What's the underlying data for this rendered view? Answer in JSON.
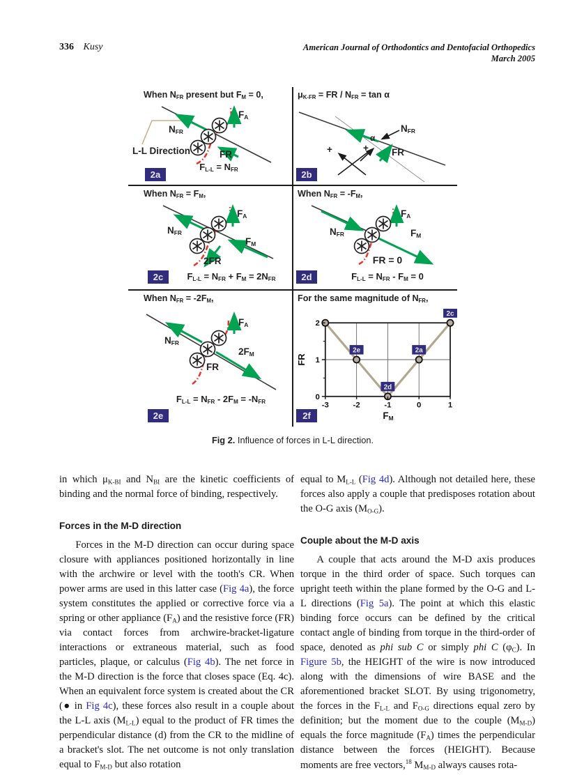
{
  "header": {
    "page_number": "336",
    "author": "Kusy",
    "journal": "American Journal of Orthodontics and Dentofacial Orthopedics",
    "issue": "March 2005"
  },
  "figure": {
    "caption": [
      {
        "t": "Fig 2.",
        "st": "b"
      },
      {
        "t": " Influence of forces in L-L direction."
      }
    ],
    "panels": {
      "a": {
        "label": "2a",
        "title": [
          {
            "t": "When N"
          },
          {
            "t": "FR",
            "st": "sub"
          },
          {
            "t": " present but F"
          },
          {
            "t": "M",
            "st": "sub"
          },
          {
            "t": " = 0,"
          }
        ],
        "direction_label": "L-L Direction",
        "fa": [
          {
            "t": "F"
          },
          {
            "t": "A",
            "st": "sub"
          }
        ],
        "nfr": [
          {
            "t": "N"
          },
          {
            "t": "FR",
            "st": "sub"
          }
        ],
        "fr": "FR",
        "equation": [
          {
            "t": "F"
          },
          {
            "t": "L-L",
            "st": "sub"
          },
          {
            "t": " = N"
          },
          {
            "t": "FR",
            "st": "sub"
          }
        ]
      },
      "b": {
        "label": "2b",
        "title": [
          {
            "t": "μ"
          },
          {
            "t": "K-FR",
            "st": "sub"
          },
          {
            "t": " = FR / N"
          },
          {
            "t": "FR",
            "st": "sub"
          },
          {
            "t": " = tan α"
          }
        ],
        "nfr": [
          {
            "t": "N"
          },
          {
            "t": "FR",
            "st": "sub"
          }
        ],
        "fr": "FR",
        "alpha": "α",
        "plus_left": "+",
        "plus_right": "+"
      },
      "c": {
        "label": "2c",
        "title": [
          {
            "t": "When N"
          },
          {
            "t": "FR",
            "st": "sub"
          },
          {
            "t": " = F"
          },
          {
            "t": "M",
            "st": "sub"
          },
          {
            "t": ","
          }
        ],
        "fa": [
          {
            "t": "F"
          },
          {
            "t": "A",
            "st": "sub"
          }
        ],
        "nfr": [
          {
            "t": "N"
          },
          {
            "t": "FR",
            "st": "sub"
          }
        ],
        "fm": [
          {
            "t": "F"
          },
          {
            "t": "M",
            "st": "sub"
          }
        ],
        "two_fr": "2FR",
        "equation": [
          {
            "t": "F"
          },
          {
            "t": "L-L",
            "st": "sub"
          },
          {
            "t": " = N"
          },
          {
            "t": "FR",
            "st": "sub"
          },
          {
            "t": " + F"
          },
          {
            "t": "M",
            "st": "sub"
          },
          {
            "t": " = 2N"
          },
          {
            "t": "FR",
            "st": "sub"
          }
        ]
      },
      "d": {
        "label": "2d",
        "title": [
          {
            "t": "When N"
          },
          {
            "t": "FR",
            "st": "sub"
          },
          {
            "t": " = -F"
          },
          {
            "t": "M",
            "st": "sub"
          },
          {
            "t": ","
          }
        ],
        "fa": [
          {
            "t": "F"
          },
          {
            "t": "A",
            "st": "sub"
          }
        ],
        "nfr": [
          {
            "t": "N"
          },
          {
            "t": "FR",
            "st": "sub"
          }
        ],
        "fm": [
          {
            "t": "F"
          },
          {
            "t": "M",
            "st": "sub"
          }
        ],
        "fr_zero": "FR = 0",
        "equation": [
          {
            "t": "F"
          },
          {
            "t": "L-L",
            "st": "sub"
          },
          {
            "t": " = N"
          },
          {
            "t": "FR",
            "st": "sub"
          },
          {
            "t": " - F"
          },
          {
            "t": "M",
            "st": "sub"
          },
          {
            "t": " = 0"
          }
        ]
      },
      "e": {
        "label": "2e",
        "title": [
          {
            "t": "When N"
          },
          {
            "t": "FR",
            "st": "sub"
          },
          {
            "t": " = -2F"
          },
          {
            "t": "M",
            "st": "sub"
          },
          {
            "t": ","
          }
        ],
        "fa": [
          {
            "t": "F"
          },
          {
            "t": "A",
            "st": "sub"
          }
        ],
        "nfr": [
          {
            "t": "N"
          },
          {
            "t": "FR",
            "st": "sub"
          }
        ],
        "two_fm": [
          {
            "t": "2F"
          },
          {
            "t": "M",
            "st": "sub"
          }
        ],
        "fr": "FR",
        "equation": [
          {
            "t": "F"
          },
          {
            "t": "L-L",
            "st": "sub"
          },
          {
            "t": " = N"
          },
          {
            "t": "FR",
            "st": "sub"
          },
          {
            "t": " - 2F"
          },
          {
            "t": "M",
            "st": "sub"
          },
          {
            "t": " = -N"
          },
          {
            "t": "FR",
            "st": "sub"
          }
        ]
      },
      "f": {
        "label": "2f",
        "title": [
          {
            "t": "For the same magnitude of N"
          },
          {
            "t": "FR",
            "st": "sub"
          },
          {
            "t": ","
          }
        ],
        "xlabel_rich": [
          {
            "t": "F"
          },
          {
            "t": "M",
            "st": "sub"
          }
        ],
        "chart_data": {
          "type": "scatter",
          "x": [
            -3,
            -2,
            -1,
            0,
            1
          ],
          "y": [
            2,
            1,
            0,
            1,
            2
          ],
          "point_labels": [
            "",
            "2e",
            "2d",
            "2a",
            "2c"
          ],
          "xlabel": "FM",
          "ylabel": "FR",
          "xlim": [
            -3,
            1
          ],
          "ylim": [
            0,
            2
          ],
          "xticks": [
            -3,
            -2,
            -1,
            0,
            1
          ],
          "yticks": [
            0,
            1,
            2
          ],
          "yticks_minor": [
            0.5,
            1.5
          ],
          "grid": true,
          "line_color": "#b3a68e",
          "marker_fill": "#b5aca0",
          "label_box_color": "#312c7c"
        }
      }
    }
  },
  "body": {
    "left": {
      "para1": [
        {
          "t": "in which μ"
        },
        {
          "t": "K-BI",
          "st": "sub"
        },
        {
          "t": " and N"
        },
        {
          "t": "BI",
          "st": "sub"
        },
        {
          "t": " are the kinetic coefficients of binding and the normal force of binding, respectively."
        }
      ],
      "heading": "Forces in the M-D direction",
      "para2": [
        {
          "t": "Forces in the M-D direction can occur during space closure with appliances positioned horizontally in line with the archwire or level with the tooth's CR. When power arms are used in this latter case ("
        },
        {
          "t": "Fig 4a",
          "st": "link"
        },
        {
          "t": "), the force system constitutes the applied or corrective force via a spring or other appliance (F"
        },
        {
          "t": "A",
          "st": "sub"
        },
        {
          "t": ") and the resistive force (FR) via contact forces from archwire-bracket-ligature interactions or extraneous material, such as food particles, plaque, or calculus ("
        },
        {
          "t": "Fig 4b",
          "st": "link"
        },
        {
          "t": "). The net force in the M-D direction is the force that closes space (Eq. 4c). When an equivalent force system is created about the CR (● in "
        },
        {
          "t": "Fig 4c",
          "st": "link"
        },
        {
          "t": "), these forces also result in a couple about the L-L axis (M"
        },
        {
          "t": "L-L",
          "st": "sub"
        },
        {
          "t": ") equal to the product of FR times the perpendicular distance (d) from the CR to the midline of a bracket's slot. The net outcome is not only translation equal to F"
        },
        {
          "t": "M-D",
          "st": "sub"
        },
        {
          "t": " but also rotation"
        }
      ]
    },
    "right": {
      "para1": [
        {
          "t": "equal to M"
        },
        {
          "t": "L-L",
          "st": "sub"
        },
        {
          "t": " ("
        },
        {
          "t": "Fig 4d",
          "st": "link"
        },
        {
          "t": "). Although not detailed here, these forces also apply a couple that predisposes rotation about the O-G axis (M"
        },
        {
          "t": "O-G",
          "st": "sub"
        },
        {
          "t": ")."
        }
      ],
      "heading": "Couple about the M-D axis",
      "para2": [
        {
          "t": "A couple that acts around the M-D axis produces torque in the third order of space. Such torques can upright teeth within the plane formed by the O-G and L-L directions ("
        },
        {
          "t": "Fig 5a",
          "st": "link"
        },
        {
          "t": "). The point at which this elastic binding force occurs can be defined by the critical contact angle of binding from torque in the third-order of space, denoted as "
        },
        {
          "t": "phi sub C",
          "st": "i"
        },
        {
          "t": " or simply "
        },
        {
          "t": "phi C",
          "st": "i"
        },
        {
          "t": " (φ"
        },
        {
          "t": "C",
          "st": "sub"
        },
        {
          "t": "). In "
        },
        {
          "t": "Figure 5b",
          "st": "link"
        },
        {
          "t": ", the HEIGHT of the wire is now introduced along with the dimensions of wire BASE and the aforementioned bracket SLOT. By using trigonometry, the forces in the F"
        },
        {
          "t": "L-L",
          "st": "sub"
        },
        {
          "t": " and F"
        },
        {
          "t": "O-G",
          "st": "sub"
        },
        {
          "t": " directions equal zero by definition; but the moment due to the couple (M"
        },
        {
          "t": "M-D",
          "st": "sub"
        },
        {
          "t": ") equals the force magnitude (F"
        },
        {
          "t": "A",
          "st": "sub"
        },
        {
          "t": ") times the perpendicular distance between the forces (HEIGHT). Because moments are free vectors,"
        },
        {
          "t": "18",
          "st": "sup"
        },
        {
          "t": " M"
        },
        {
          "t": "M-D",
          "st": "sub"
        },
        {
          "t": " always causes rota-"
        }
      ]
    }
  }
}
